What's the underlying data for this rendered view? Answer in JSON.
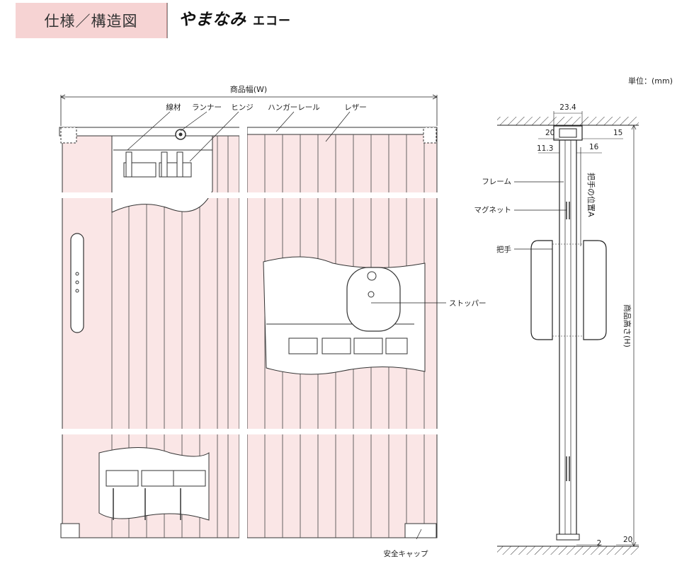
{
  "header": {
    "section_tag": "仕様／構造図",
    "brand_main": "やまなみ",
    "brand_sub": "エコー"
  },
  "unit_label": "単位：(mm)",
  "front_view": {
    "width_label": "商品幅(W)",
    "callouts": {
      "wire": "線材",
      "runner": "ランナー",
      "hinge": "ヒンジ",
      "hanger_rail": "ハンガーレール",
      "leather": "レザー",
      "stopper": "ストッパー",
      "safety_cap": "安全キャップ"
    }
  },
  "side_view": {
    "callouts": {
      "frame": "フレーム",
      "magnet": "マグネット",
      "handle": "把手",
      "handle_position": "把手の位置A"
    },
    "height_label": "商品高さ(H)",
    "dimensions": {
      "top_width": "23.4",
      "d20_top": "20",
      "d15": "15",
      "d11_3": "11.3",
      "d16": "16",
      "d2": "2",
      "d20_bottom": "20"
    }
  },
  "colors": {
    "panel_pink": "#fae6e6",
    "tag_pink": "#f6d3d3",
    "line": "#222222"
  }
}
